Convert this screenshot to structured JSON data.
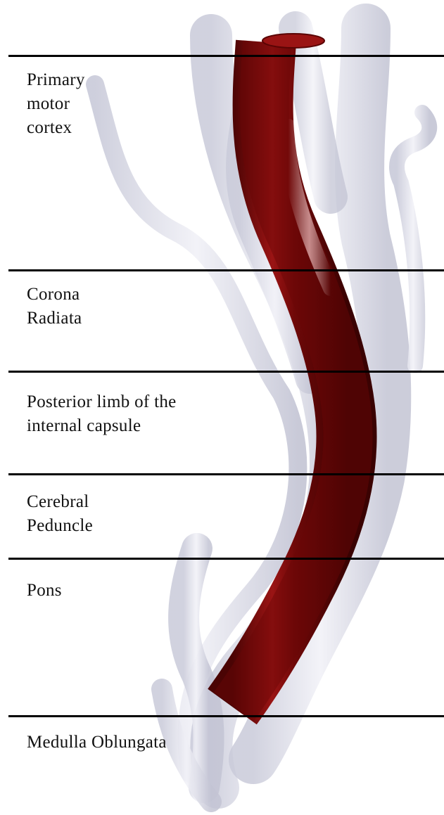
{
  "colors": {
    "background": "#ffffff",
    "divider": "#000000",
    "tract_highlight": "#7a0a0a",
    "fiber_bundle": "#d8d9e6",
    "label_text": "#111111"
  },
  "regions": [
    {
      "id": "primary-motor-cortex",
      "lines": [
        "Primary",
        "motor",
        "cortex"
      ]
    },
    {
      "id": "corona-radiata",
      "lines": [
        "Corona",
        "Radiata"
      ]
    },
    {
      "id": "posterior-limb-internal-capsule",
      "lines": [
        "Posterior limb of the",
        "internal capsule"
      ]
    },
    {
      "id": "cerebral-peduncle",
      "lines": [
        "Cerebral",
        "Peduncle"
      ]
    },
    {
      "id": "pons",
      "lines": [
        "Pons"
      ]
    },
    {
      "id": "medulla-oblungata",
      "lines": [
        "Medulla Oblungata"
      ]
    }
  ]
}
